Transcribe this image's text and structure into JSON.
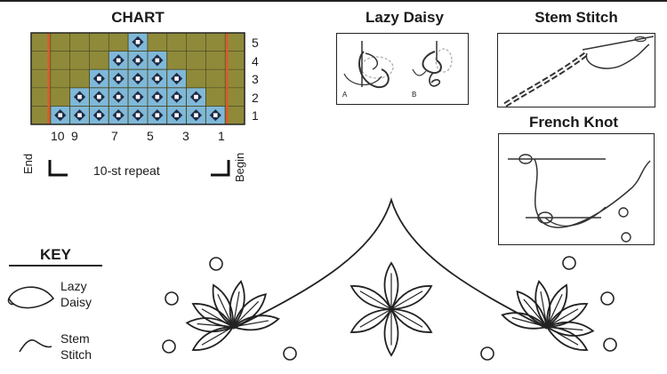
{
  "chart": {
    "title": "CHART",
    "row_labels": [
      "5",
      "4",
      "3",
      "2",
      "1"
    ],
    "col_labels": [
      "10",
      "9",
      "7",
      "5",
      "3",
      "1"
    ],
    "end_label": "End",
    "begin_label": "Begin",
    "repeat_label": "10-st repeat",
    "colors": {
      "background": "#8f8a3a",
      "stitch": "#7fb8d8",
      "grid": "#4a4a22",
      "repeat_line": "#e0582a",
      "motif": "#1f2a44"
    },
    "stitch_rows": [
      [
        5,
        5
      ],
      [
        4,
        6
      ],
      [
        3,
        7
      ],
      [
        2,
        8
      ],
      [
        1,
        9
      ]
    ]
  },
  "illustrations": {
    "lazy_daisy": {
      "title": "Lazy Daisy",
      "step_a": "A",
      "step_b": "B"
    },
    "stem_stitch": {
      "title": "Stem Stitch"
    },
    "french_knot": {
      "title": "French Knot"
    }
  },
  "key": {
    "title": "KEY",
    "items": [
      {
        "label_line1": "Lazy",
        "label_line2": "Daisy",
        "icon": "lazy-daisy-icon"
      },
      {
        "label_line1": "Stem",
        "label_line2": "Stitch",
        "icon": "stem-stitch-icon"
      }
    ]
  }
}
